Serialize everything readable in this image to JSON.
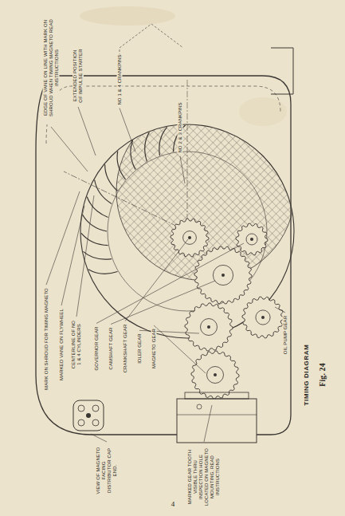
{
  "diagram": {
    "title": "TIMING DIAGRAM",
    "caption": "Fig. 24",
    "labels": [
      "EDGE OF VANE ON LINE WITH MARK ON SHROUD WHEN TIMING MAGNETO READ INSTRUCTIONS",
      "EXTENDED POSITION OF IMPULSE STARTER",
      "NO 1 & 4 CRANKPINS",
      "NO 2 & 3 CRANKPINS",
      "OIL PUMP GEAR",
      "MARK ON SHROUD FOR TIMING MAGNETO",
      "MARKED VANE ON FLYWHEEL",
      "CENTERLINE OF NO 1 & 4 CYLINDERS",
      "GOVERNOR GEAR",
      "CAMSHAFT GEAR",
      "CRANKSHAFT GEAR",
      "IDLER GEAR",
      "MAGNETO GEAR",
      "MARKED GEAR TOOTH VISIBLE THRU INSPECTION HOLE LOCATED ON MAGNETO MOUNTING. READ INSTRUCTIONS",
      "VIEW OF MAGNETO FACING DISTRIBUTOR CAP END.",
      "4"
    ]
  }
}
